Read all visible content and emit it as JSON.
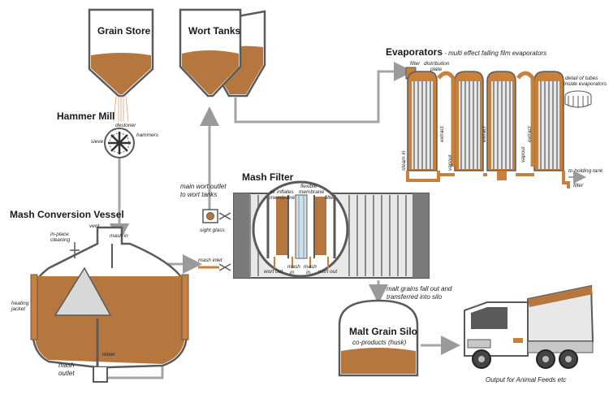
{
  "colors": {
    "product": "#b5773d",
    "product_dark": "#8a5526",
    "steel": "#5a5a5a",
    "pipe": "#9a9a9a",
    "jacket": "#c8803a"
  },
  "labels": {
    "grain_store": "Grain Store",
    "wort_tanks": "Wort Tanks",
    "hammer_mill": "Hammer Mill",
    "destoner": "destoner",
    "hammers": "hammers",
    "sieve": "sieve",
    "mash_conversion_vessel": "Mash Conversion Vessel",
    "vent": "vent",
    "in_place_cleaning_1": "in-place",
    "in_place_cleaning_2": "cleaning",
    "mash_in_top": "mash in",
    "heating_jacket_1": "heating",
    "heating_jacket_2": "jacket",
    "mixer": "mixer",
    "mash_outlet_1": "mash",
    "mash_outlet_2": "outlet",
    "main_wort_outlet_1": "main wort outlet",
    "main_wort_outlet_2": "to wort tanks",
    "sight_glass": "sight glass",
    "mash_filter": "Mash Filter",
    "air_inflates_1": "air inflates",
    "air_inflates_2": "membrane",
    "flexible_1": "flexible",
    "flexible_2": "membrane",
    "filter_inset": "filter",
    "wort_out_left": "wort out",
    "mash_in_inset_1": "mash",
    "mash_in_inset_2": "in",
    "mash_in_inset_3": "mash",
    "mash_in_inset_4": "in",
    "wort_out_right": "wort out",
    "mash_inlet": "mash inlet",
    "evaporators": "Evaporators",
    "evaporators_sub": " - multi effect falling film evaporators",
    "filter_evap": "filter",
    "distribution_1": "distribution",
    "distribution_2": "plate",
    "detail_1": "detail of tubes",
    "detail_2": "inside evaporators",
    "steam_in": "steam in",
    "extract_1": "extract",
    "vapour_1": "vapour",
    "extract_2": "extract",
    "vapour_2": "vapour",
    "extract_3": "extract",
    "to_holding_tank": "to holding tank",
    "filter_out": "filter",
    "malt_grains_1": "malt grains fall out and",
    "malt_grains_2": "transferred into silo",
    "malt_grain_silo": "Malt Grain Silo",
    "co_products": "co-products (husk)",
    "output": "Output for Animal Feeds etc"
  }
}
